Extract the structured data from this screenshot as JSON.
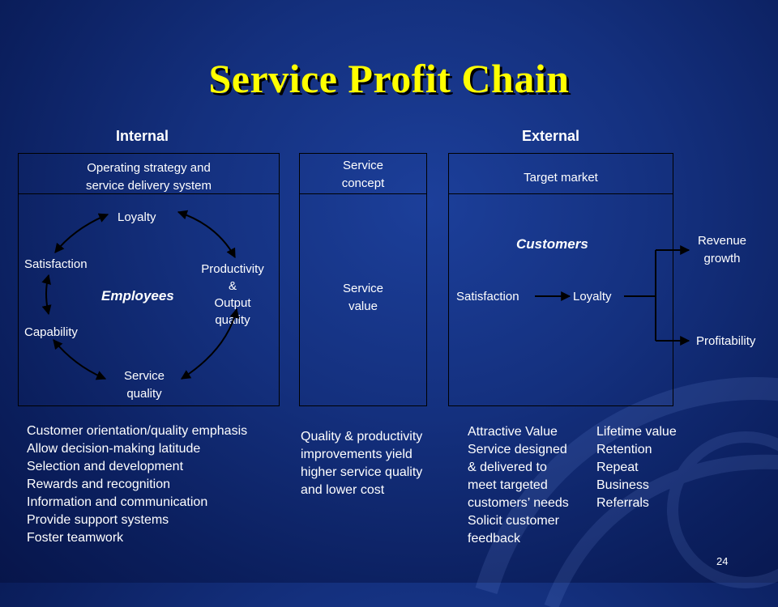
{
  "title": "Service Profit Chain",
  "headings": {
    "internal": "Internal",
    "external": "External"
  },
  "box1": {
    "header_line1": "Operating strategy and",
    "header_line2": "service delivery system",
    "cycle": {
      "loyalty": "Loyalty",
      "satisfaction": "Satisfaction",
      "capability": "Capability",
      "service_quality_1": "Service",
      "service_quality_2": "quality",
      "productivity_1": "Productivity",
      "productivity_2": "&",
      "productivity_3": "Output",
      "productivity_4": "quality",
      "center": "Employees"
    }
  },
  "box2": {
    "header_line1": "Service",
    "header_line2": "concept",
    "value_line1": "Service",
    "value_line2": "value"
  },
  "box3": {
    "header": "Target market",
    "customers": "Customers",
    "satisfaction": "Satisfaction",
    "loyalty": "Loyalty"
  },
  "outcomes": {
    "revenue_1": "Revenue",
    "revenue_2": "growth",
    "profitability": "Profitability"
  },
  "lists": {
    "internal": [
      "Customer orientation/quality emphasis",
      "Allow decision-making latitude",
      "Selection and development",
      "Rewards and recognition",
      "Information and communication",
      "Provide support systems",
      "Foster  teamwork"
    ],
    "service_concept": [
      "Quality & productivity",
      "improvements yield",
      "higher service quality",
      "and lower cost"
    ],
    "customer_value": [
      "Attractive Value",
      "Service designed",
      "& delivered to",
      "meet targeted",
      "customers’ needs",
      "Solicit customer",
      "feedback"
    ],
    "customer_loyalty": [
      "Lifetime value",
      "Retention",
      "Repeat",
      "Business",
      "Referrals"
    ]
  },
  "slide_number": "24"
}
